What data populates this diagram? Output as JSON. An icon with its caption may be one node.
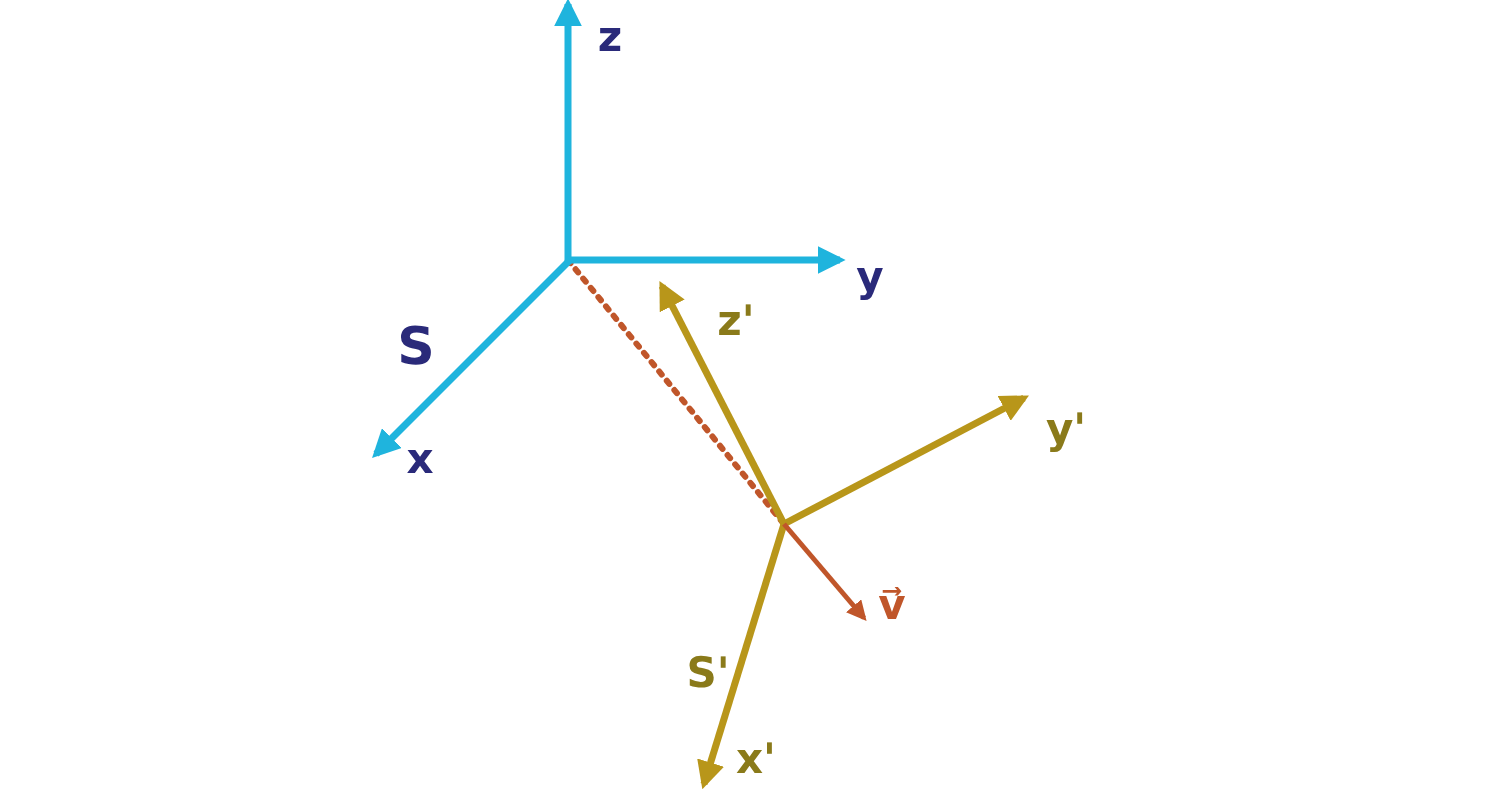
{
  "diagram": {
    "labels": [
      "z",
      "y",
      "S",
      "x",
      "z'",
      "y'",
      "v⃗",
      "S'",
      "x'"
    ]
  }
}
